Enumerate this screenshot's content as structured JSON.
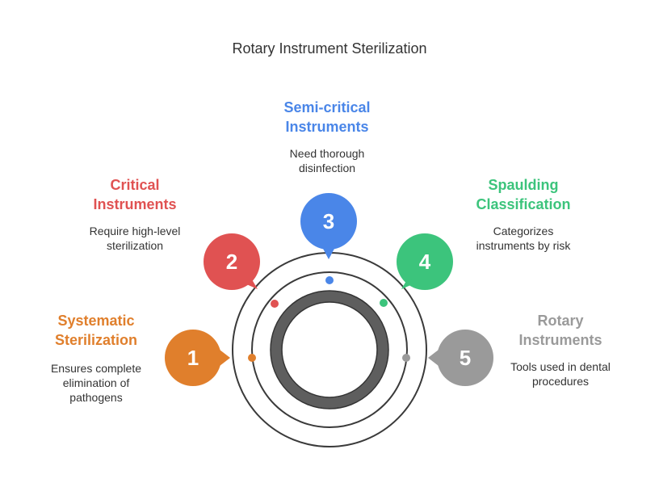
{
  "title": "Rotary Instrument Sterilization",
  "items": [
    {
      "number": "1",
      "title": "Systematic\nSterilization",
      "description": "Ensures complete\nelimination of\npathogens",
      "color": "#E07F2C"
    },
    {
      "number": "2",
      "title": "Critical\nInstruments",
      "description": "Require high-level\nsterilization",
      "color": "#E05252"
    },
    {
      "number": "3",
      "title": "Semi-critical\nInstruments",
      "description": "Need thorough\ndisinfection",
      "color": "#4A86E8"
    },
    {
      "number": "4",
      "title": "Spaulding\nClassification",
      "description": "Categorizes\ninstruments by risk",
      "color": "#3CC47C"
    },
    {
      "number": "5",
      "title": "Rotary\nInstruments",
      "description": "Tools used in dental\nprocedures",
      "color": "#9A9A9A"
    }
  ]
}
